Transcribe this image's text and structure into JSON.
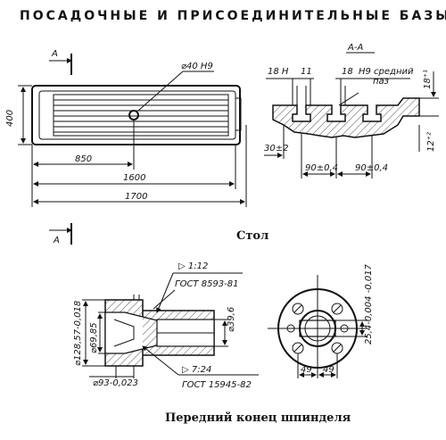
{
  "title": "ПОСАДОЧНЫЕ И ПРИСОЕДИНИТЕЛЬНЫЕ БАЗЫ",
  "table": {
    "caption": "Стол",
    "section_mark": "А",
    "section_label": "А-А",
    "dims": {
      "height": "400",
      "hole": "⌀40 H9",
      "d850": "850",
      "d1600": "1600",
      "d1700": "1700",
      "w18h": "18 H",
      "w11": "11",
      "w18": "18",
      "slot_note_1": "H9 средний",
      "slot_note_2": "паз",
      "d18tol": "18⁺¹",
      "d30": "30±2",
      "d12": "12⁺²",
      "d90a": "90±0,4",
      "d90b": "90±0,4"
    }
  },
  "spindle": {
    "caption": "Передний конец шпинделя",
    "taper_top": "▷ 1:12",
    "gost_top": "ГОСТ 8593-81",
    "taper_bottom": "▷ 7:24",
    "gost_bottom": "ГОСТ 15945-82",
    "d128": "⌀128,57-0,018",
    "d69": "⌀69,85",
    "d39": "⌀39,6",
    "d93": "⌀93-0,023",
    "d25": "25,4-0,004 -0,017",
    "d49a": "49",
    "d49b": "49"
  }
}
